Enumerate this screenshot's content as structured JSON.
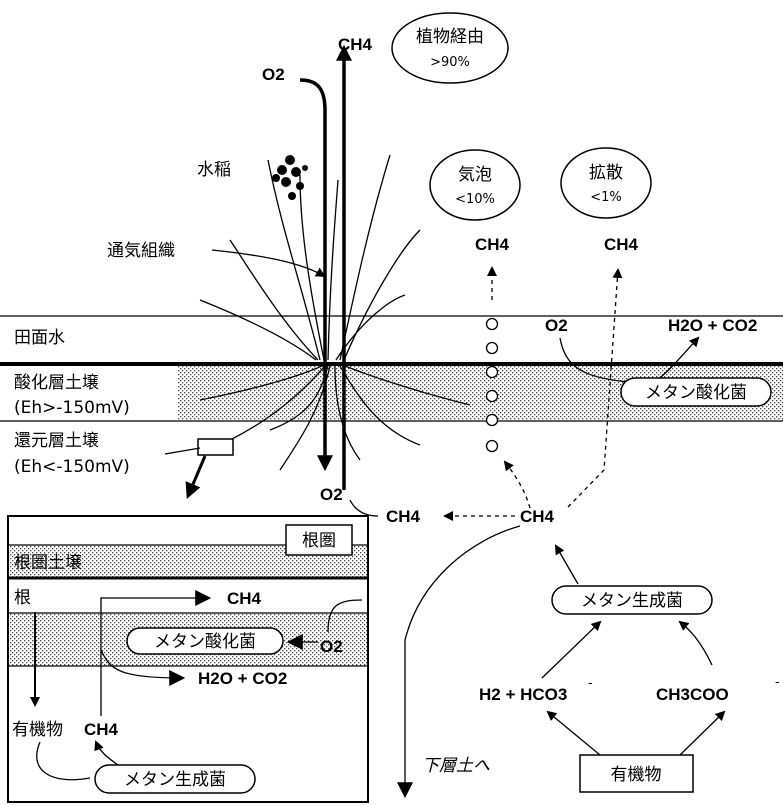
{
  "labels": {
    "rice": "水稲",
    "aerenchyma": "通気組織",
    "floodwater": "田面水",
    "oxidized_soil": "酸化層土壌",
    "oxidized_eh": "(Eh>-150mV)",
    "reduced_soil": "還元層土壌",
    "reduced_eh": "(Eh<-150mV)",
    "to_lower": "下層土へ"
  },
  "pathways": {
    "plant": {
      "title": "植物経由",
      "pct": ">90%"
    },
    "bubble": {
      "title": "気泡",
      "pct": "<10%"
    },
    "diffusion": {
      "title": "拡散",
      "pct": "<1%"
    }
  },
  "chem": {
    "ch4": "CH4",
    "o2": "O2",
    "h2o_co2": "H2O + CO2",
    "h2_hco3": "H2 + HCO3",
    "ch3coo": "CH3COO"
  },
  "microbes": {
    "oxidizer": "メタン酸化菌",
    "producer": "メタン生成菌"
  },
  "organic": "有機物",
  "inset": {
    "title": "根圏",
    "soil": "根圏土壌",
    "root": "根",
    "organic": "有機物",
    "ch4": "CH4",
    "o2": "O2",
    "h2o_co2": "H2O + CO2",
    "oxidizer": "メタン酸化菌",
    "producer": "メタン生成菌"
  }
}
